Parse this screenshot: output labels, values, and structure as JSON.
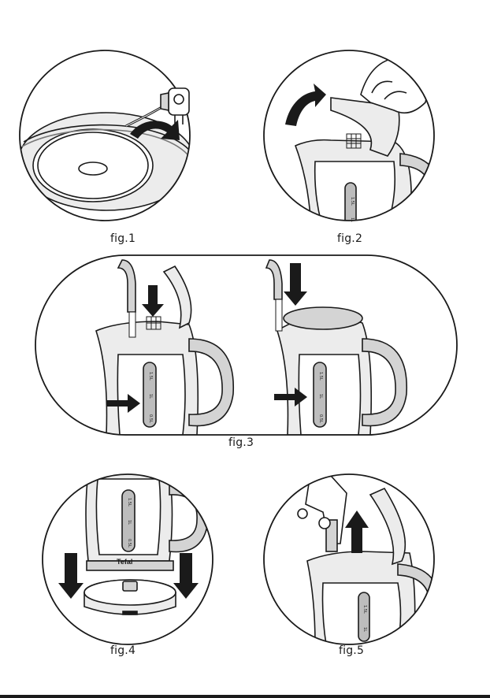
{
  "figures": {
    "fig1": {
      "caption": "fig.1"
    },
    "fig2": {
      "caption": "fig.2"
    },
    "fig3": {
      "caption": "fig.3"
    },
    "fig4": {
      "caption": "fig.4",
      "brand": "Tefal"
    },
    "fig5": {
      "caption": "fig.5"
    }
  },
  "kettle": {
    "marks_full": [
      "1.5L",
      "1L",
      "0.5L"
    ],
    "marks_short": [
      "1.5L",
      "1L"
    ]
  },
  "colors": {
    "line": "#1a1a1a",
    "light_fill": "#ececec",
    "mid_fill": "#d4d4d4",
    "gauge_fill": "#bdbdbd",
    "arrow": "#1a1a1a"
  }
}
